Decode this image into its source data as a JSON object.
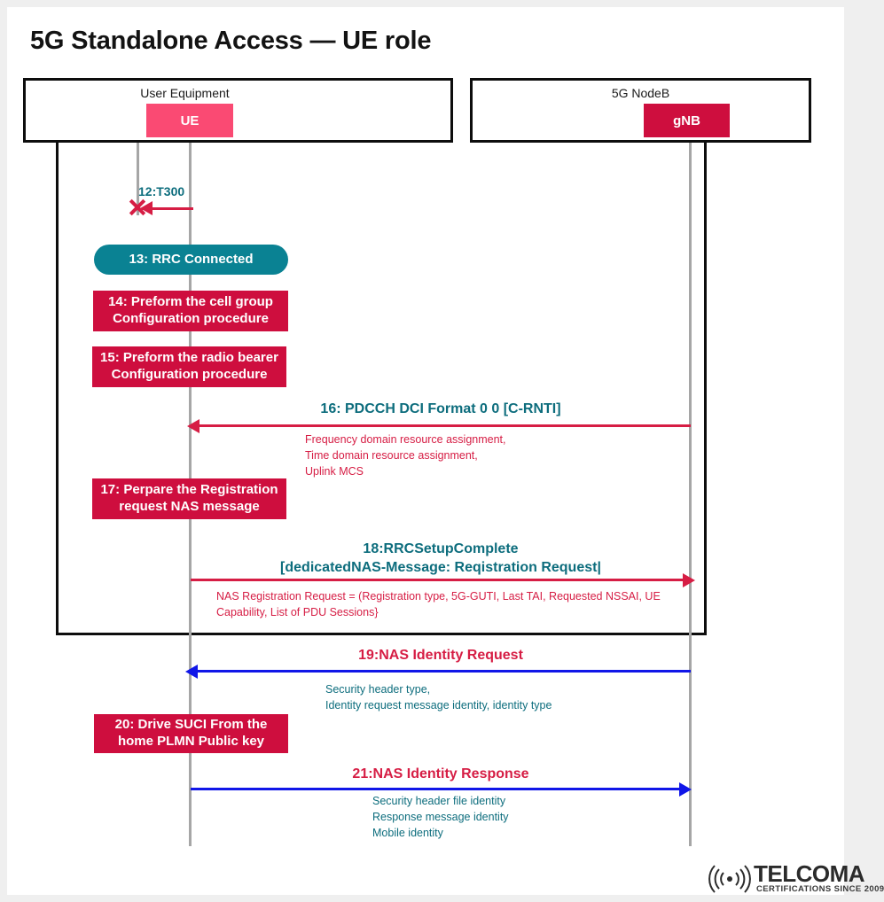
{
  "title": "5G Standalone Access — UE role",
  "colors": {
    "ue_chip": "#fa4a73",
    "gnb_chip": "#ce0e3e",
    "teal": "#0a8293",
    "crimson": "#ce0e3e",
    "arrow_red": "#d61d44",
    "arrow_blue": "#1016e8",
    "label_teal": "#0d6d7d",
    "frame": "#0d0d0d",
    "lifeline": "#a6a6a6"
  },
  "actors": {
    "left": {
      "title": "User Equipment",
      "chip": "UE"
    },
    "right": {
      "title": "5G NodeB",
      "chip": "gNB"
    }
  },
  "steps": {
    "s12": {
      "label": "12:T300"
    },
    "s13": {
      "label": "13: RRC Connected"
    },
    "s14": {
      "label": "14: Preform the cell group Configuration procedure"
    },
    "s15": {
      "label": "15: Preform the radio bearer Configuration procedure"
    },
    "s16": {
      "label": "16: PDCCH DCI Format 0 0 [C-RNTI]",
      "detail": "Frequency domain resource assignment,\nTime domain resource assignment,\nUplink MCS"
    },
    "s17": {
      "label": "17: Perpare the Registration request  NAS message"
    },
    "s18": {
      "label": "18:RRCSetupComplete\n[dedicatedNAS-Message: Reqistration Request|",
      "detail": "NAS Registration Request = (Registration type, 5G-GUTI, Last TAI, Requested NSSAI, UE Capability, List of PDU Sessions}"
    },
    "s19": {
      "label": "19:NAS Identity Request",
      "detail": "Security header type,\nIdentity request message identity, identity type"
    },
    "s20": {
      "label": "20: Drive SUCI From the home PLMN Public key"
    },
    "s21": {
      "label": "21:NAS Identity Response",
      "detail": "Security header file identity\nResponse message identity\nMobile identity"
    }
  },
  "logo": {
    "name": "TELCOMA",
    "tagline": "CERTIFICATIONS SINCE 2009"
  }
}
